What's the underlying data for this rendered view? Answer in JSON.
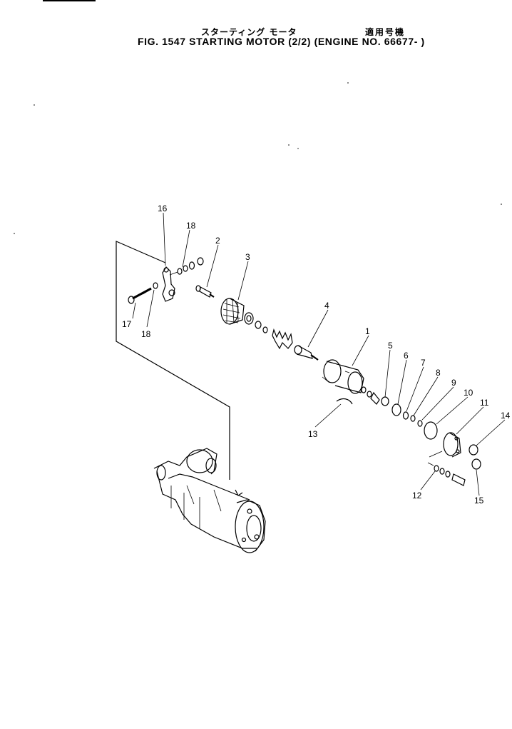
{
  "header": {
    "title_jp": "スターティング モータ",
    "applicable_jp": "適用号機",
    "title_en": "FIG. 1547  STARTING  MOTOR  (2/2)  (ENGINE  NO. 66677- )"
  },
  "callouts": [
    {
      "id": "c1",
      "label": "1"
    },
    {
      "id": "c2",
      "label": "2"
    },
    {
      "id": "c3",
      "label": "3"
    },
    {
      "id": "c4",
      "label": "4"
    },
    {
      "id": "c5",
      "label": "5"
    },
    {
      "id": "c6",
      "label": "6"
    },
    {
      "id": "c7",
      "label": "7"
    },
    {
      "id": "c8",
      "label": "8"
    },
    {
      "id": "c9",
      "label": "9"
    },
    {
      "id": "c10",
      "label": "10"
    },
    {
      "id": "c11",
      "label": "11"
    },
    {
      "id": "c12",
      "label": "12"
    },
    {
      "id": "c13",
      "label": "13"
    },
    {
      "id": "c14",
      "label": "14"
    },
    {
      "id": "c15",
      "label": "15"
    },
    {
      "id": "c16",
      "label": "16"
    },
    {
      "id": "c17",
      "label": "17"
    },
    {
      "id": "c18a",
      "label": "18"
    },
    {
      "id": "c18b",
      "label": "18"
    }
  ]
}
